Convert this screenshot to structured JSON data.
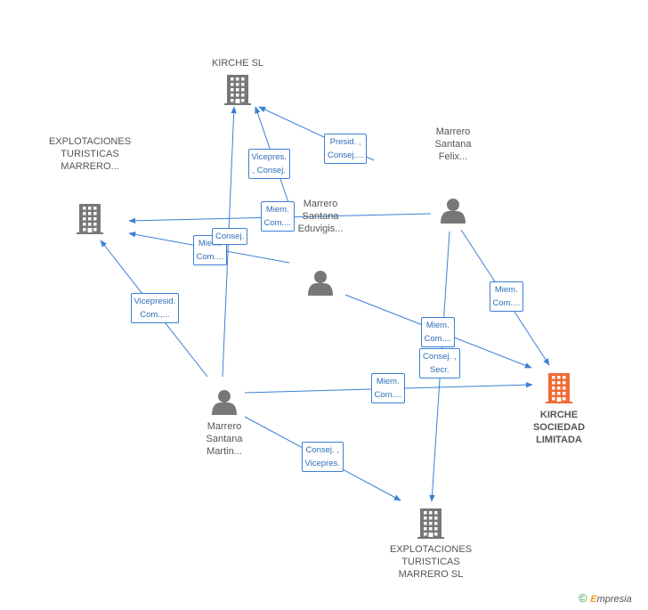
{
  "colors": {
    "edge": "#3b7fd4",
    "company": "#777777",
    "highlight": "#f06a35",
    "person": "#777777"
  },
  "nodes": [
    {
      "id": "kirche_sl",
      "type": "company",
      "lines": [
        "KIRCHE SL"
      ]
    },
    {
      "id": "explot_top",
      "type": "company",
      "lines": [
        "EXPLOTACIONES",
        "TURISTICAS",
        "MARRERO..."
      ]
    },
    {
      "id": "felix",
      "type": "person",
      "lines": [
        "Marrero",
        "Santana",
        "Felix..."
      ]
    },
    {
      "id": "eduvigis",
      "type": "person",
      "lines": [
        "Marrero",
        "Santana",
        "Eduvigis..."
      ]
    },
    {
      "id": "kirche_sociedad",
      "type": "company",
      "highlight": true,
      "lines": [
        "KIRCHE",
        "SOCIEDAD",
        "LIMITADA"
      ]
    },
    {
      "id": "martin",
      "type": "person",
      "lines": [
        "Marrero",
        "Santana",
        "Martin..."
      ]
    },
    {
      "id": "explot_bottom",
      "type": "company",
      "lines": [
        "EXPLOTACIONES",
        "TURISTICAS",
        "MARRERO SL"
      ]
    }
  ],
  "edges": [
    {
      "from": "felix",
      "to": "kirche_sl",
      "label": [
        "Presid. ,",
        "Consej...."
      ]
    },
    {
      "from": "felix",
      "to": "explot_top",
      "label": [
        "Miem.",
        "Com...."
      ]
    },
    {
      "from": "felix",
      "to": "kirche_sociedad",
      "label": [
        "Miem.",
        "Com...."
      ]
    },
    {
      "from": "felix",
      "to": "explot_bottom",
      "label": [
        "Consej. ,",
        "Secr."
      ]
    },
    {
      "from": "eduvigis",
      "to": "explot_top",
      "label": [
        "Miem.",
        "Com...."
      ]
    },
    {
      "from": "eduvigis",
      "to": "kirche_sociedad",
      "label": [
        "Miem.",
        "Com...."
      ]
    },
    {
      "from": "martin",
      "to": "kirche_sl",
      "label": [
        "Vicepres.",
        ", Consej."
      ]
    },
    {
      "from": "martin",
      "to": "kirche_sl",
      "label": [
        "Consej."
      ]
    },
    {
      "from": "martin",
      "to": "explot_top",
      "label": [
        "Vicepresid.",
        "Com.,..."
      ]
    },
    {
      "from": "martin",
      "to": "kirche_sociedad",
      "label": [
        "Miem.",
        "Com...."
      ]
    },
    {
      "from": "martin",
      "to": "explot_bottom",
      "label": [
        "Consej. ,",
        "Vicepres."
      ]
    }
  ],
  "copyright": {
    "symbol": "©",
    "brand_initial": "E",
    "brand_rest": "mpresia"
  }
}
